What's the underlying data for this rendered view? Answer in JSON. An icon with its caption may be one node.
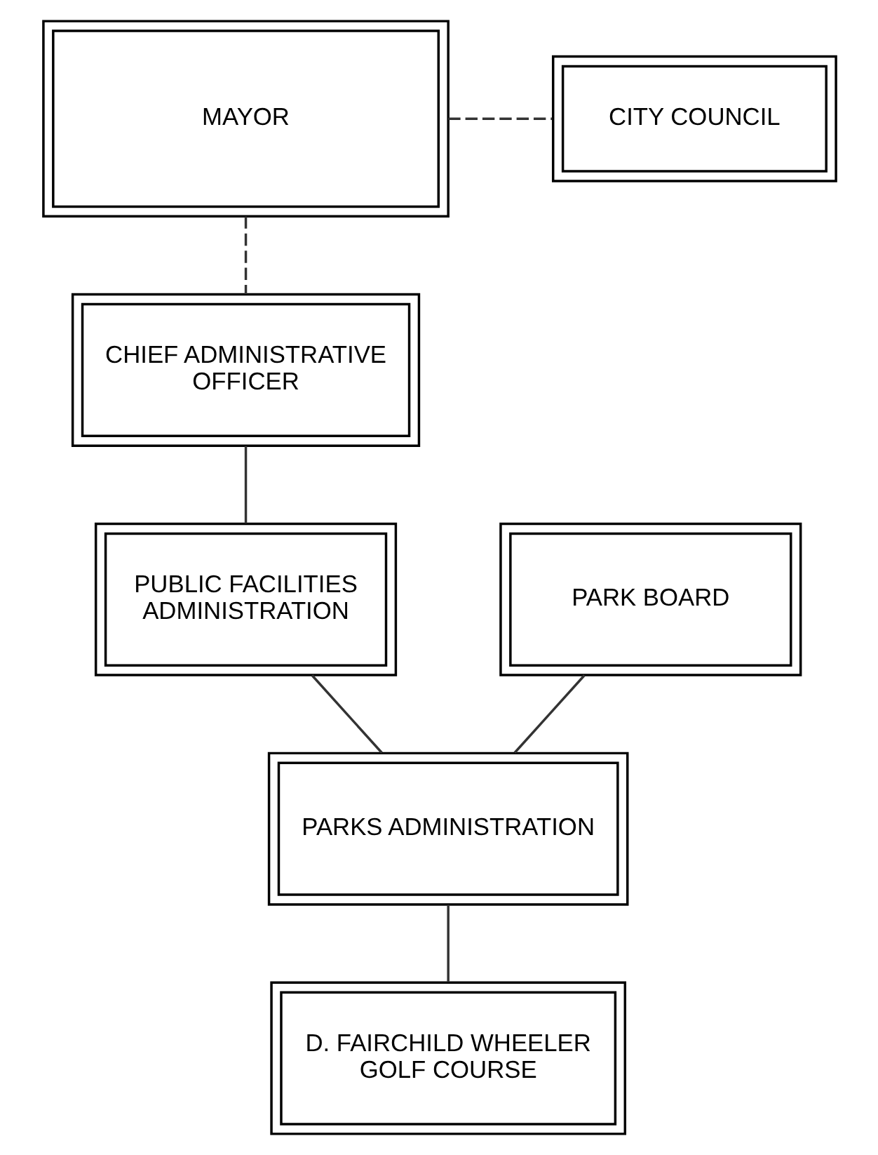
{
  "diagram": {
    "nodes": [
      {
        "text": [
          "MAYOR"
        ]
      },
      {
        "text": [
          "CITY COUNCIL"
        ]
      },
      {
        "text": [
          "CHIEF ADMINISTRATIVE OFFICER"
        ]
      },
      {
        "text": [
          "PUBLIC FACILITIES ADMINISTRATION"
        ]
      },
      {
        "text": [
          "PARK BOARD"
        ]
      },
      {
        "text": [
          "PARKS ADMINISTRATION"
        ]
      },
      {
        "text": [
          "D. FAIRCHILD WHEELER GOLF COURSE"
        ]
      }
    ],
    "edges": [
      {
        "from": 0,
        "to": 1,
        "arrow": "none",
        "style": "dashed"
      },
      {
        "from": 0,
        "to": 2,
        "arrow": "none",
        "style": "dashed"
      },
      {
        "from": 2,
        "to": 3,
        "arrow": "none"
      },
      {
        "from": 3,
        "to": 5,
        "arrow": "none"
      },
      {
        "from": 4,
        "to": 5,
        "arrow": "none"
      },
      {
        "from": 5,
        "to": 6,
        "arrow": "none"
      }
    ]
  }
}
